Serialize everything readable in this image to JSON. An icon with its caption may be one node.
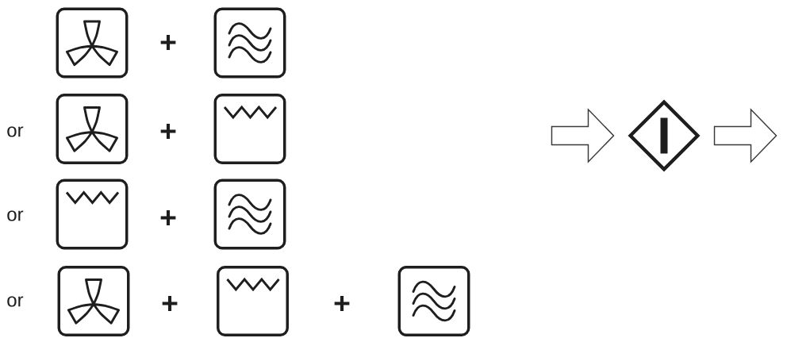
{
  "diagram": {
    "nodes": [
      {
        "text": [],
        "shape": "picture"
      },
      {
        "text": [],
        "shape": "picture"
      },
      {
        "text": [],
        "shape": "picture"
      },
      {
        "text": [],
        "shape": "picture"
      },
      {
        "text": [],
        "shape": "diamond"
      },
      {
        "text": [],
        "shape": "picture"
      },
      {
        "text": [],
        "shape": "picture"
      },
      {
        "text": [],
        "shape": "picture"
      },
      {
        "text": [],
        "shape": "picture"
      },
      {
        "text": [],
        "shape": "picture"
      }
    ],
    "edges": [
      {
        "from": null,
        "to": 4,
        "arrow": "to"
      },
      {
        "from": 4,
        "to": null,
        "arrow": "to"
      }
    ],
    "labels": [
      "+",
      "or",
      "+",
      "or",
      "+",
      "or",
      "+",
      "+"
    ]
  }
}
